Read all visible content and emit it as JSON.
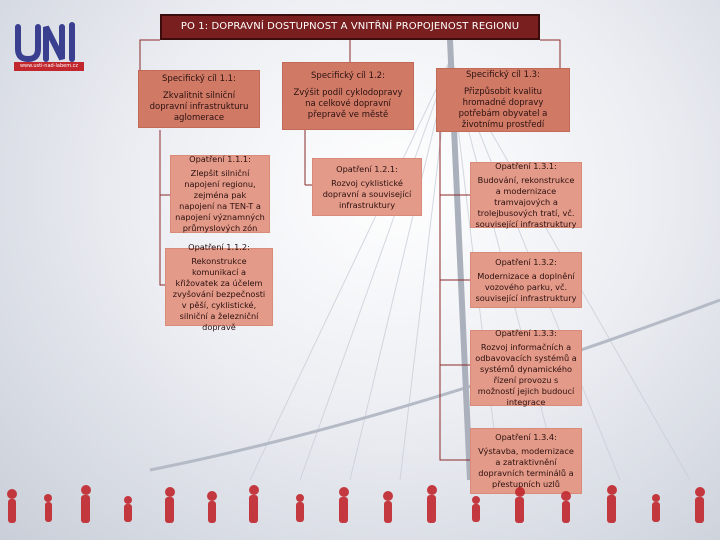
{
  "header": {
    "title": "PO 1: DOPRAVNÍ DOSTUPNOST A VNITŘNÍ PROPOJENOST REGIONU",
    "logo_url": "www.usti-nad-labem.cz"
  },
  "goals": [
    {
      "heading": "Specifický cíl 1.1:",
      "text": "Zkvalitnit silniční dopravní infrastrukturu aglomerace"
    },
    {
      "heading": "Specifický cíl 1.2:",
      "text": "Zvýšit podíl cyklodopravy na celkové dopravní přepravě ve městě"
    },
    {
      "heading": "Specifický cíl 1.3:",
      "text": "Přizpůsobit kvalitu hromadné dopravy potřebám obyvatel a životnímu prostředí"
    }
  ],
  "measures": [
    {
      "heading": "Opatření 1.1.1:",
      "text": "Zlepšit silniční napojení regionu, zejména pak napojení na TEN-T a napojení významných průmyslových zón"
    },
    {
      "heading": "Opatření 1.1.2:",
      "text": "Rekonstrukce komunikací a křižovatek za účelem zvyšování bezpečnosti v pěší, cyklistické, silniční a železniční dopravě"
    },
    {
      "heading": "Opatření 1.2.1:",
      "text": "Rozvoj cyklistické dopravní a související infrastruktury"
    },
    {
      "heading": "Opatření 1.3.1:",
      "text": "Budování, rekonstrukce a modernizace tramvajových a trolejbusových tratí, vč. související infrastruktury"
    },
    {
      "heading": "Opatření 1.3.2:",
      "text": "Modernizace a doplnění vozového parku, vč. související infrastruktury"
    },
    {
      "heading": "Opatření 1.3.3:",
      "text": "Rozvoj informačních a odbavovacích systémů a systémů dynamického řízení provozu s možností jejich budoucí integrace"
    },
    {
      "heading": "Opatření 1.3.4:",
      "text": "Výstavba, modernizace a zatraktivnění dopravních terminálů a přestupních uzlů"
    }
  ],
  "colors": {
    "title_bg": "#7a1f1f",
    "box": "#e49a88",
    "accent": "#c1272d"
  }
}
